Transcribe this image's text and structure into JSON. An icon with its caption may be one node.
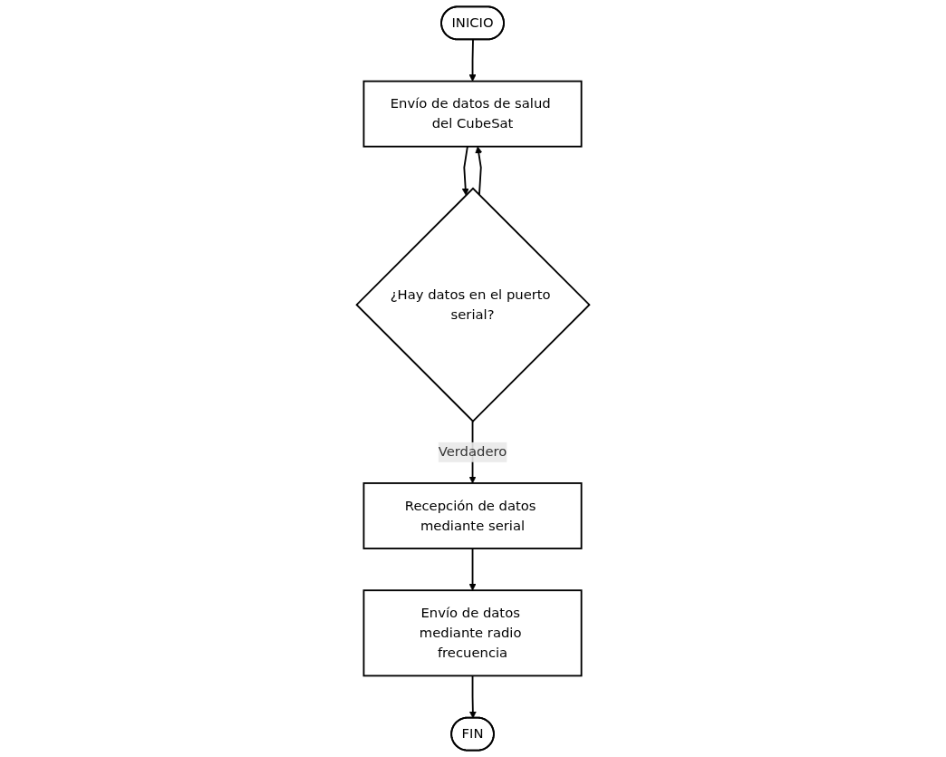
{
  "diagram": {
    "nodes": [
      {
        "text": [
          "INICIO"
        ]
      },
      {
        "text": [
          "Envío de datos de salud del CubeSat"
        ]
      },
      {
        "text": [
          "¿Hay datos en el puerto serial?"
        ]
      },
      {
        "text": [
          "Recepción de datos mediante serial"
        ]
      },
      {
        "text": [
          "Envío de datos mediante radio frecuencia"
        ]
      },
      {
        "text": [
          "FIN"
        ]
      }
    ],
    "edges": [
      {
        "from": 0,
        "to": 1,
        "arrow": "to"
      },
      {
        "from": 1,
        "to": 2,
        "arrow": "to"
      },
      {
        "from": 2,
        "to": 3,
        "arrow": "to",
        "label": "Verdadero"
      },
      {
        "from": 3,
        "to": 4,
        "arrow": "to"
      },
      {
        "from": 4,
        "to": 5,
        "arrow": "to"
      },
      {
        "from": 2,
        "to": 1,
        "arrow": "to"
      }
    ]
  }
}
